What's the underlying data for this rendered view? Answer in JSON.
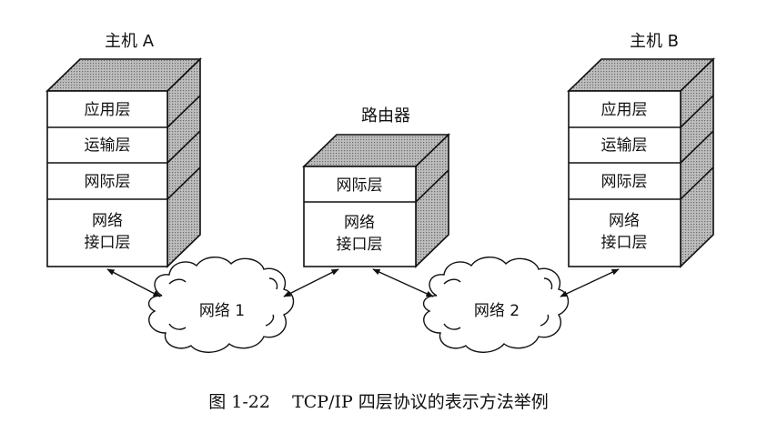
{
  "host_a": {
    "title": "主机 A",
    "layers": [
      "应用层",
      "运输层",
      "网际层"
    ],
    "link_layer": [
      "网络",
      "接口层"
    ]
  },
  "router": {
    "title": "路由器",
    "layers": [
      "网际层"
    ],
    "link_layer": [
      "网络",
      "接口层"
    ]
  },
  "host_b": {
    "title": "主机 B",
    "layers": [
      "应用层",
      "运输层",
      "网际层"
    ],
    "link_layer": [
      "网络",
      "接口层"
    ]
  },
  "networks": {
    "net1": "网络 1",
    "net2": "网络 2"
  },
  "caption": "图 1-22    TCP/IP 四层协议的表示方法举例"
}
